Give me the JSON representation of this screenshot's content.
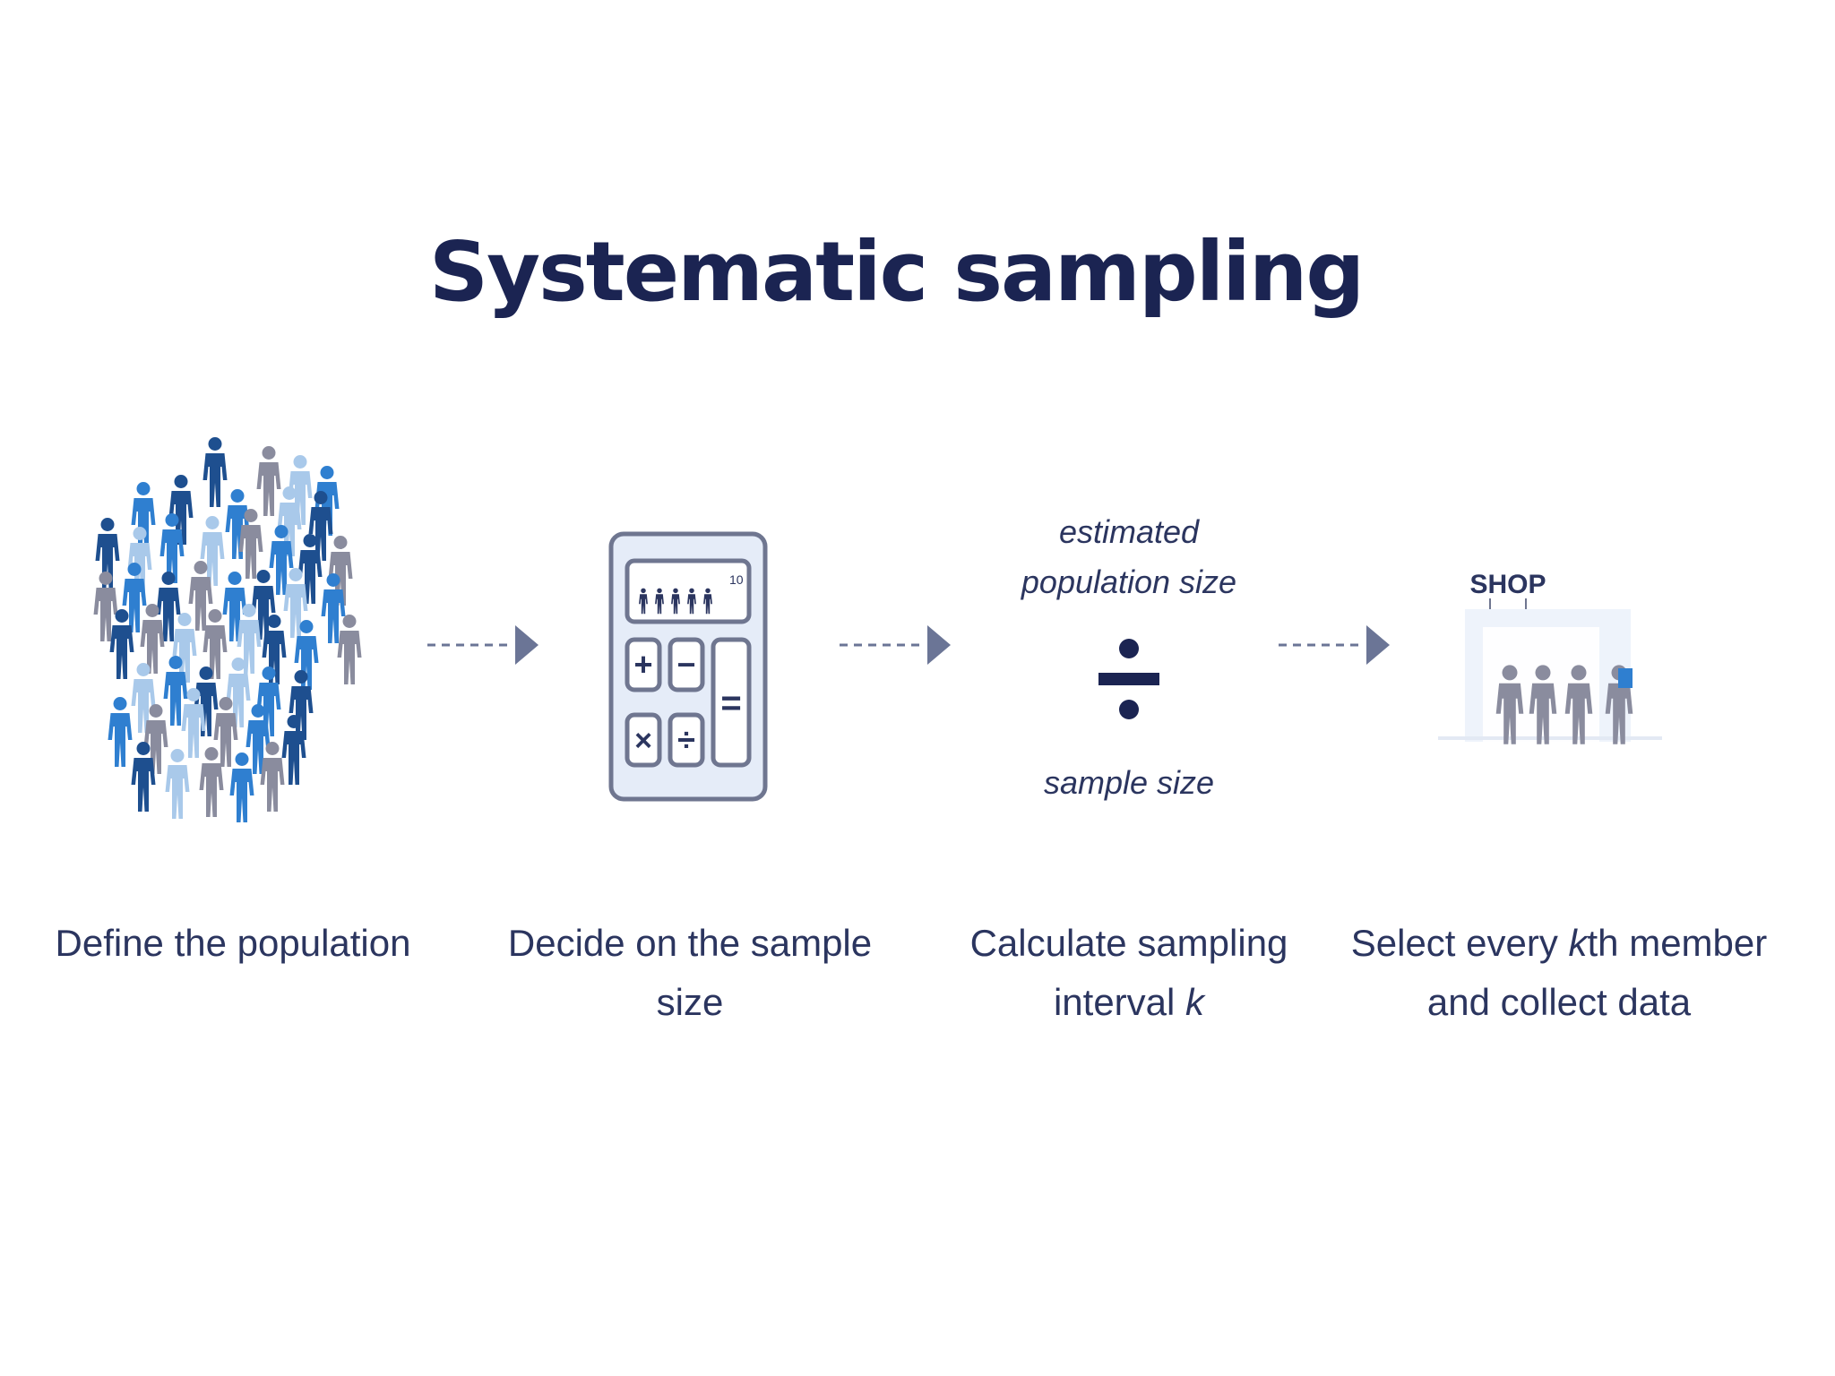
{
  "title": "Systematic sampling",
  "steps": [
    {
      "caption": "Define the population"
    },
    {
      "caption": "Decide on the sample size",
      "counter_exponent": "10"
    },
    {
      "caption_line1": "Calculate sampling",
      "caption_line2_prefix": "interval ",
      "caption_line2_var": "k",
      "numerator_line1": "estimated",
      "numerator_line2": "population size",
      "division_symbol": "÷",
      "denominator": "sample size"
    },
    {
      "caption_line1_prefix": "Select every ",
      "caption_line1_var": "k",
      "caption_line1_suffix": "th member",
      "caption_line2": "and collect data",
      "shop_sign": "SHOP"
    }
  ],
  "calculator_keys": [
    "+",
    "−",
    "×",
    "÷",
    "="
  ],
  "colors": {
    "title": "#1b2452",
    "text": "#2b355f",
    "arrow": "#6b7596",
    "person_dark": "#1e4f8f",
    "person_mid": "#2f7fd0",
    "person_light": "#a9c9ea",
    "person_gray": "#8a8c9e",
    "calculator_fill": "#e5ecf8",
    "calculator_stroke": "#6f7690",
    "shop_bg": "#eef3fb",
    "box_blue": "#2f7fd0"
  },
  "icons": [
    "person-icon",
    "calculator-icon",
    "dashed-arrow-icon",
    "division-icon",
    "shop-icon",
    "handover-box-icon"
  ]
}
